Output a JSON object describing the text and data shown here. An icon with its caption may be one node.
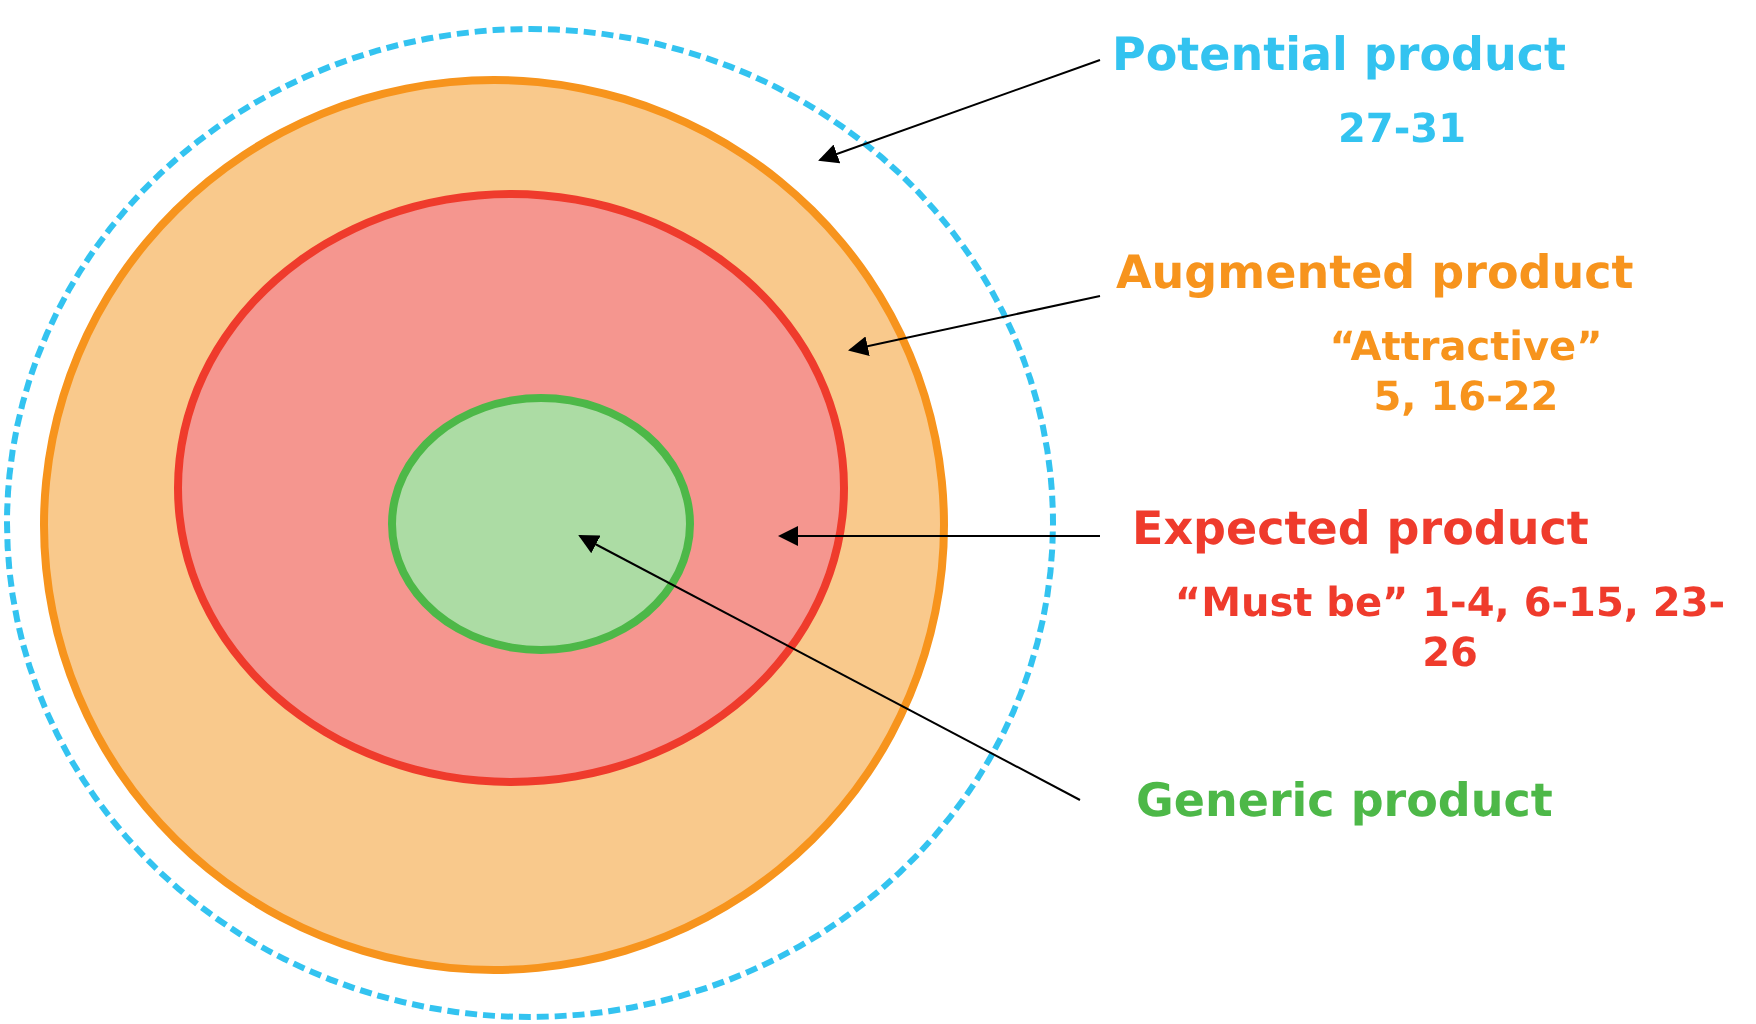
{
  "diagram": {
    "nodes": [
      {
        "text": [],
        "shape": "circle"
      },
      {
        "text": [],
        "shape": "circle",
        "in": 0
      },
      {
        "text": [],
        "shape": "circle",
        "in": 1
      },
      {
        "text": [],
        "shape": "circle",
        "in": 2
      },
      {
        "text": [
          "Potential product",
          "27-31"
        ]
      },
      {
        "text": [
          "Augmented product",
          "“Attractive” 5, 16-22"
        ]
      },
      {
        "text": [
          "Expected product",
          "“Must be” 1-4, 6-15, 23-26"
        ]
      },
      {
        "text": [
          "Generic product"
        ]
      }
    ],
    "edges": [
      {
        "from": 4,
        "to": 0,
        "arrow": "to"
      },
      {
        "from": 5,
        "to": 1,
        "arrow": "to"
      },
      {
        "from": 6,
        "to": 2,
        "arrow": "to"
      },
      {
        "from": 7,
        "to": 3,
        "arrow": "to"
      }
    ]
  }
}
